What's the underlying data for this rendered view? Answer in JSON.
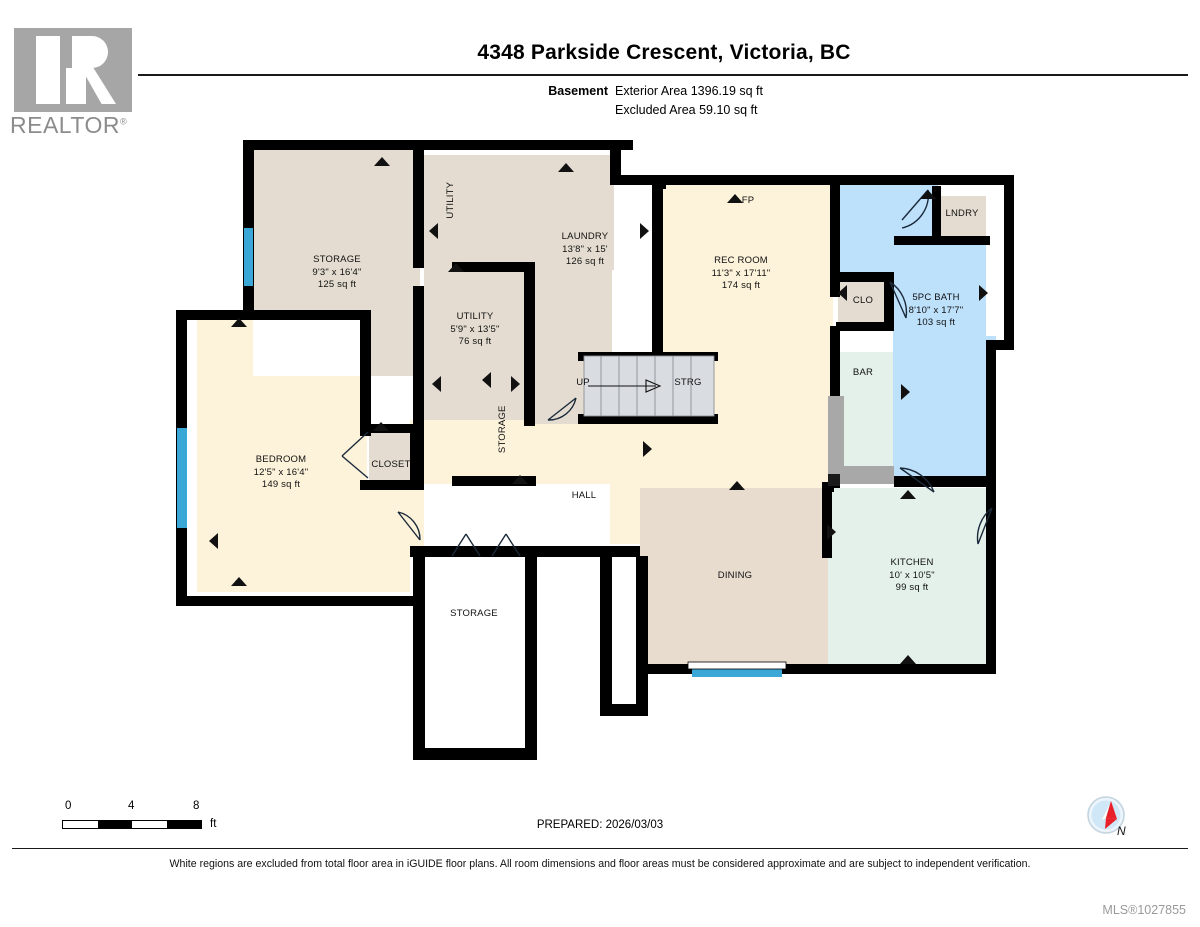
{
  "logo": {
    "word": "REALTOR",
    "registered": "®",
    "name": "realtor-logo"
  },
  "header": {
    "title": "4348 Parkside Crescent, Victoria, BC",
    "level_label": "Basement",
    "exterior_area": "Exterior Area 1396.19 sq ft",
    "excluded_area": "Excluded Area 59.10 sq ft"
  },
  "colors": {
    "wall": "#000000",
    "beige_storage": "#e4dcd0",
    "cream_living": "#fdf2da",
    "bath_blue": "#bde0fb",
    "kitchen_green": "#e4f1ea",
    "dining_taupe": "#e8dcce",
    "window_blue": "#3aa7d6",
    "excluded_white": "#ffffff",
    "counter_gray": "#a8a8a8",
    "stair_gray": "#d9dde2",
    "logo_gray": "#a6a6a6"
  },
  "rooms": [
    {
      "key": "storage_top",
      "name": "STORAGE",
      "dim": "9'3\" x 16'4\"",
      "area": "125 sq ft"
    },
    {
      "key": "utility_vert",
      "name": "UTILITY",
      "dim": "",
      "area": ""
    },
    {
      "key": "laundry",
      "name": "LAUNDRY",
      "dim": "13'8\" x 15'",
      "area": "126 sq ft"
    },
    {
      "key": "utility",
      "name": "UTILITY",
      "dim": "5'9\" x 13'5\"",
      "area": "76 sq ft"
    },
    {
      "key": "storage_vert",
      "name": "STORAGE",
      "dim": "",
      "area": ""
    },
    {
      "key": "rec_room",
      "name": "REC ROOM",
      "dim": "11'3\" x 17'11\"",
      "area": "174 sq ft"
    },
    {
      "key": "fireplace",
      "name": "FP",
      "dim": "",
      "area": ""
    },
    {
      "key": "lndry",
      "name": "LNDRY",
      "dim": "",
      "area": ""
    },
    {
      "key": "bath",
      "name": "5PC BATH",
      "dim": "8'10\" x 17'7\"",
      "area": "103 sq ft"
    },
    {
      "key": "clo",
      "name": "CLO",
      "dim": "",
      "area": ""
    },
    {
      "key": "bar",
      "name": "BAR",
      "dim": "",
      "area": ""
    },
    {
      "key": "strg",
      "name": "STRG",
      "dim": "",
      "area": ""
    },
    {
      "key": "stairs_up",
      "name": "UP",
      "dim": "",
      "area": ""
    },
    {
      "key": "bedroom",
      "name": "BEDROOM",
      "dim": "12'5\" x 16'4\"",
      "area": "149 sq ft"
    },
    {
      "key": "closet",
      "name": "CLOSET",
      "dim": "",
      "area": ""
    },
    {
      "key": "hall",
      "name": "HALL",
      "dim": "",
      "area": ""
    },
    {
      "key": "dining",
      "name": "DINING",
      "dim": "",
      "area": ""
    },
    {
      "key": "kitchen",
      "name": "KITCHEN",
      "dim": "10' x 10'5\"",
      "area": "99 sq ft"
    },
    {
      "key": "storage_bottom",
      "name": "STORAGE",
      "dim": "",
      "area": ""
    }
  ],
  "scale": {
    "ticks": [
      "0",
      "4",
      "8"
    ],
    "unit": "ft"
  },
  "compass": {
    "label": "N"
  },
  "footer": {
    "prepared": "PREPARED: 2026/03/03",
    "disclaimer": "White regions are excluded from total floor area in iGUIDE floor plans. All room dimensions and floor areas must be considered approximate and are subject to independent verification.",
    "mls": "MLS®1027855"
  }
}
